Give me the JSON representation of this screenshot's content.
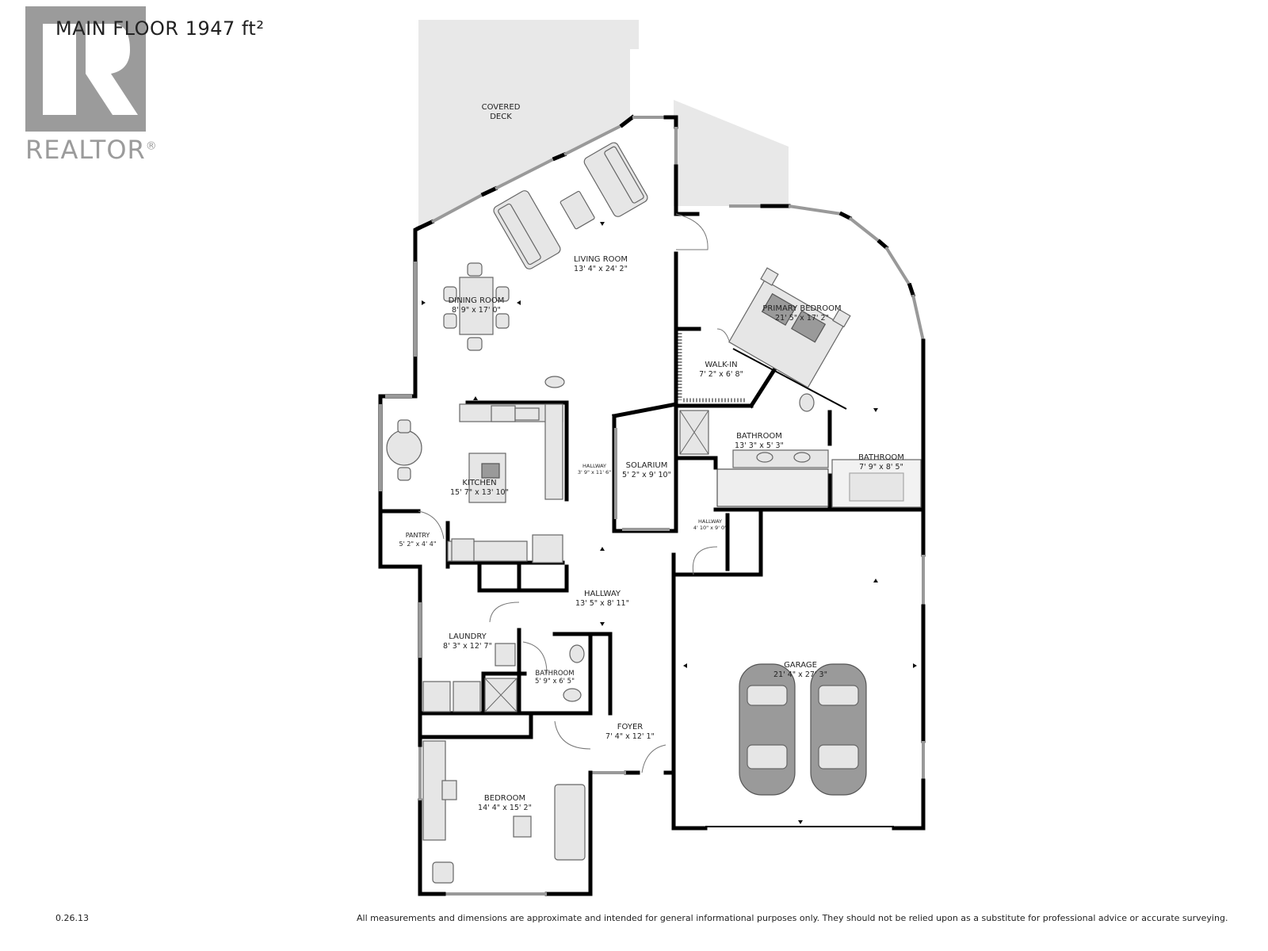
{
  "header": {
    "title": "MAIN FLOOR  1947 ft²"
  },
  "logo": {
    "text": "REALTOR",
    "mark": "®",
    "color": "#9b9b9b",
    "icon": "realtor-r-icon"
  },
  "rooms": {
    "covered_deck": {
      "name_line1": "COVERED",
      "name_line2": "DECK"
    },
    "living_room": {
      "name": "LIVING ROOM",
      "dims": "13' 4\" x 24' 2\""
    },
    "dining_room": {
      "name": "DINING ROOM",
      "dims": "8' 9\" x 17' 0\""
    },
    "primary_bedroom": {
      "name": "PRIMARY BEDROOM",
      "dims": "21' 5\" x 17' 2\""
    },
    "walk_in": {
      "name": "WALK-IN",
      "dims": "7' 2\" x 6' 8\""
    },
    "bathroom_ensuite": {
      "name": "BATHROOM",
      "dims": "13' 3\" x 5' 3\""
    },
    "bathroom_tub": {
      "name": "BATHROOM",
      "dims": "7' 9\" x 8' 5\""
    },
    "kitchen": {
      "name": "KITCHEN",
      "dims": "15' 7\" x 13' 10\""
    },
    "hallway_small": {
      "name": "HALLWAY",
      "dims": "3' 9\" x 11' 6\""
    },
    "solarium": {
      "name": "SOLARIUM",
      "dims": "5' 2\" x 9' 10\""
    },
    "hallway_stairs": {
      "name": "HALLWAY",
      "dims": "4' 10\" x 9' 0\""
    },
    "pantry": {
      "name": "PANTRY",
      "dims": "5' 2\" x 4' 4\""
    },
    "hallway_main": {
      "name": "HALLWAY",
      "dims": "13' 5\" x 8' 11\""
    },
    "laundry": {
      "name": "LAUNDRY",
      "dims": "8' 3\" x 12' 7\""
    },
    "bathroom_main": {
      "name": "BATHROOM",
      "dims": "5' 9\" x 6' 5\""
    },
    "garage": {
      "name": "GARAGE",
      "dims": "21' 4\" x 27' 3\""
    },
    "foyer": {
      "name": "FOYER",
      "dims": "7' 4\" x 12' 1\""
    },
    "bedroom": {
      "name": "BEDROOM",
      "dims": "14' 4\" x 15' 2\""
    }
  },
  "footer": {
    "version": "0.26.13",
    "disclaimer": "All measurements and dimensions are approximate and intended for general informational purposes only. They should not be relied upon as a substitute for professional advice or accurate surveying."
  }
}
